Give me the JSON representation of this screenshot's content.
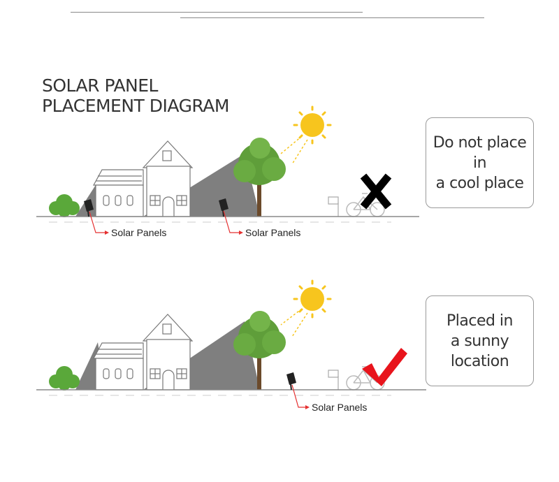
{
  "title": {
    "line1": "SOLAR PANEL",
    "line2": "PLACEMENT DIAGRAM"
  },
  "colors": {
    "sun": "#f7c51e",
    "shadow": "#7f7f7f",
    "tree": "#5f9e3a",
    "bush": "#5aa83a",
    "pointer": "#e53030",
    "check": "#e8141c",
    "cross": "#000000"
  },
  "scenes": [
    {
      "id": "bad",
      "note_lines": [
        "Do not place",
        "in",
        "a cool place"
      ],
      "verdict_icon": "x-mark-icon",
      "labels": [
        "Solar Panels",
        "Solar Panels"
      ]
    },
    {
      "id": "good",
      "note_lines": [
        "Placed in",
        "a sunny",
        "location"
      ],
      "verdict_icon": "check-mark-icon",
      "labels": [
        "Solar Panels"
      ]
    }
  ]
}
